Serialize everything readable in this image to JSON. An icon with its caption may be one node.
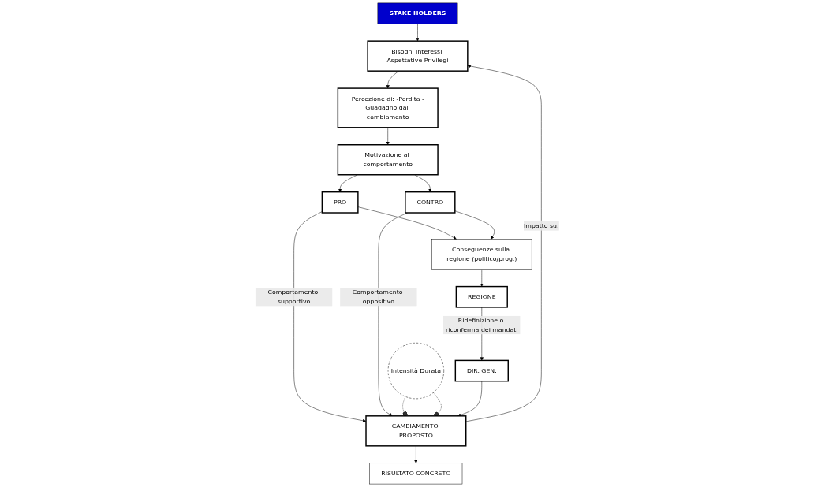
{
  "diagram": {
    "nodes": [
      {
        "text": [
          "STAKE HOLDERS"
        ]
      },
      {
        "text": [
          "Bisogni Interessi Aspettative Privilegi"
        ]
      },
      {
        "text": [
          "Percezione di: -Perdita -Guadagno dal cambiamento"
        ]
      },
      {
        "text": [
          "Motivazione al comportamento"
        ]
      },
      {
        "text": [
          "RISULTATO CONCRETO"
        ]
      },
      {
        "text": [
          "Intensità Durata"
        ]
      },
      {
        "text": [
          "PRO"
        ]
      },
      {
        "text": [
          "CONTRO"
        ]
      },
      {
        "text": [
          "CAMBIAMENTO PROPOSTO"
        ]
      },
      {
        "text": [
          "Conseguenze sulla regione (politico/prog.)"
        ]
      },
      {
        "text": [
          "DIR. GEN."
        ]
      },
      {
        "text": [
          "REGIONE"
        ]
      }
    ],
    "edges": [
      {
        "from": 0,
        "to": 1,
        "arrow": "to"
      },
      {
        "from": 1,
        "to": 2,
        "arrow": "to"
      },
      {
        "from": 2,
        "to": 3,
        "arrow": "to"
      },
      {
        "from": 3,
        "to": 6,
        "arrow": "to"
      },
      {
        "from": 3,
        "to": 7,
        "arrow": "to"
      },
      {
        "from": 8,
        "to": 1,
        "arrow": "to",
        "label": "Impatto su:"
      },
      {
        "from": 8,
        "to": 4,
        "arrow": "to"
      },
      {
        "from": 6,
        "to": 8,
        "arrow": "to",
        "label": "Comportamento supportivo"
      },
      {
        "from": 7,
        "to": 8,
        "arrow": "to",
        "label": "Comportamento oppositivo"
      },
      {
        "from": 5,
        "to": 8,
        "arrow": "other",
        "style": "dashed"
      },
      {
        "from": 5,
        "to": 8,
        "arrow": "other",
        "style": "dashed"
      },
      {
        "from": 6,
        "to": 9,
        "arrow": "to"
      },
      {
        "from": 7,
        "to": 9,
        "arrow": "to"
      },
      {
        "from": 9,
        "to": 11,
        "arrow": "to"
      },
      {
        "from": 11,
        "to": 10,
        "arrow": "to",
        "label": "Ridefinizione o riconferma dei mandati"
      },
      {
        "from": 10,
        "to": 8,
        "arrow": "to"
      }
    ]
  }
}
